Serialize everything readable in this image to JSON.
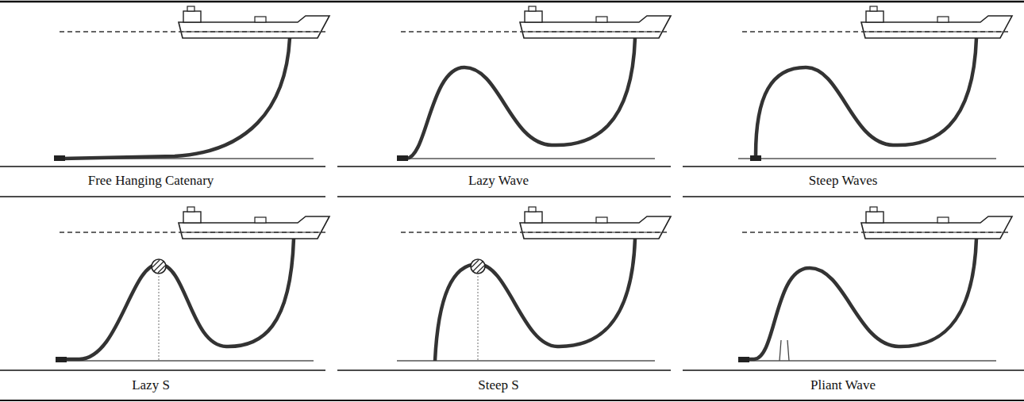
{
  "diagram": {
    "labels": [
      "Free Hanging Catenary",
      "Lazy Wave",
      "Steep Waves",
      "Lazy S",
      "Steep S",
      "Pliant Wave"
    ]
  }
}
